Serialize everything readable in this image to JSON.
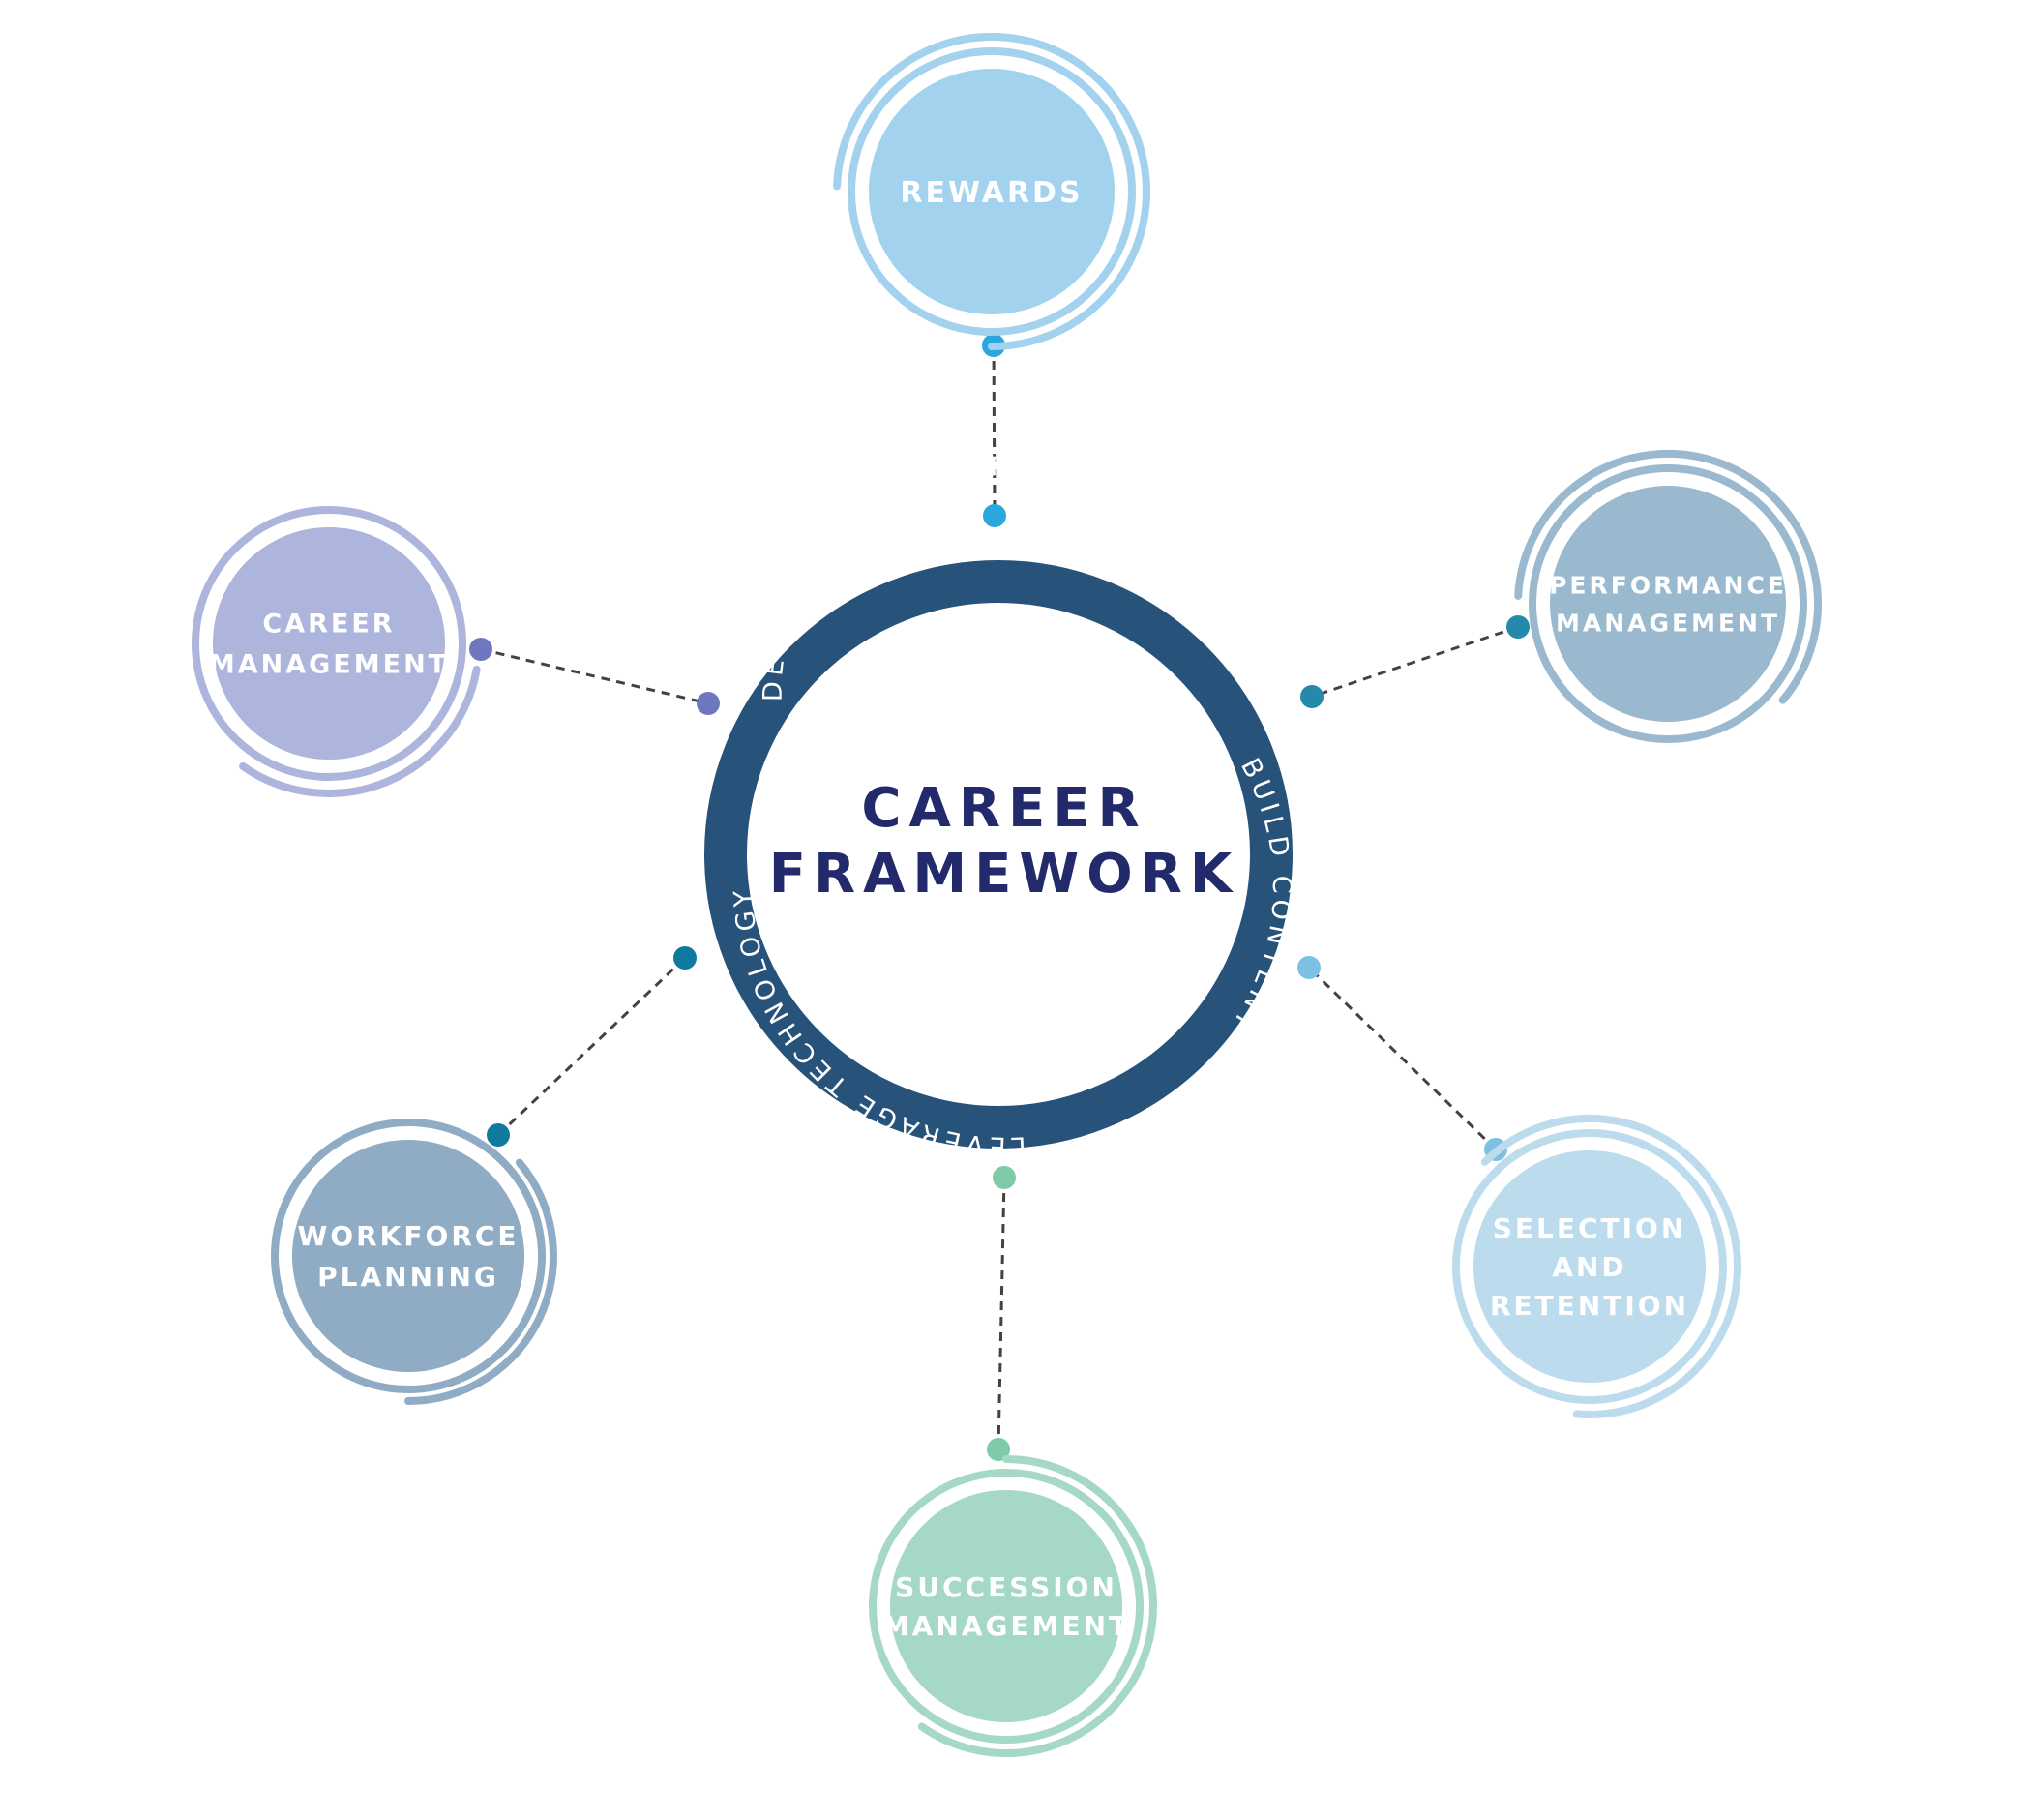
{
  "center": {
    "title_line1": "CAREER",
    "title_line2": "FRAMEWORK",
    "ring_color": "#27537a",
    "ring_labels": {
      "top": "DEVELOP ARCHITECTURE",
      "right": "BUILD CONTENT",
      "left": "LEVERAGE TECHNOLOGY"
    }
  },
  "nodes": [
    {
      "id": "rewards",
      "lines": [
        "REWARDS"
      ],
      "fill": "#a3d2ee",
      "accent": "#2aa7df"
    },
    {
      "id": "performance-management",
      "lines": [
        "PERFORMANCE",
        "MANAGEMENT"
      ],
      "fill": "#9ab9cf",
      "accent": "#2489ab"
    },
    {
      "id": "selection-and-retention",
      "lines": [
        "SELECTION",
        "AND",
        "RETENTION"
      ],
      "fill": "#bcdcee",
      "accent": "#7cc0e3"
    },
    {
      "id": "succession-management",
      "lines": [
        "SUCCESSION",
        "MANAGEMENT"
      ],
      "fill": "#a6d8c6",
      "accent": "#7fcaa9"
    },
    {
      "id": "workforce-planning",
      "lines": [
        "WORKFORCE",
        "PLANNING"
      ],
      "fill": "#90acc4",
      "accent": "#0f7aa0"
    },
    {
      "id": "career-management",
      "lines": [
        "CAREER",
        "MANAGEMENT"
      ],
      "fill": "#adb5dd",
      "accent": "#6f78bf"
    }
  ]
}
